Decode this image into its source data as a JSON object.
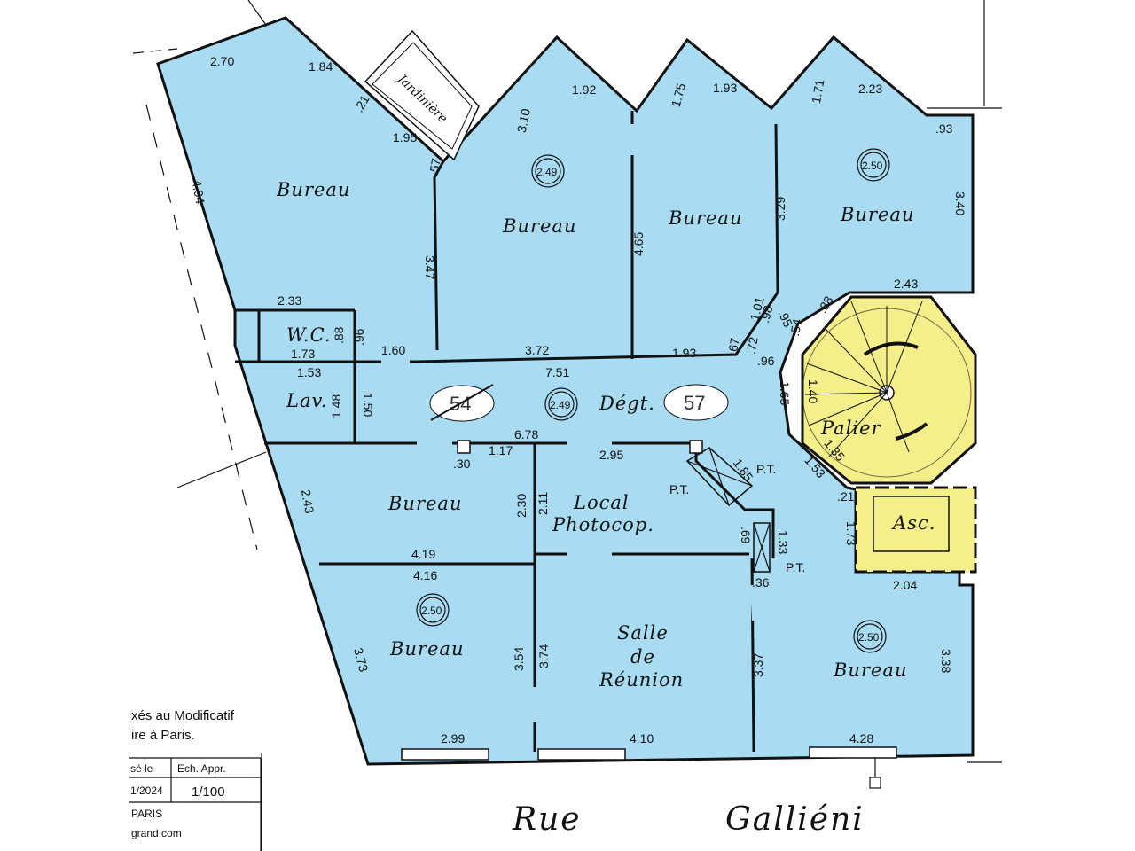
{
  "rooms": {
    "bureau_nw": "Bureau",
    "bureau_n1": "Bureau",
    "bureau_n2": "Bureau",
    "bureau_ne": "Bureau",
    "wc": "W.C.",
    "lav": "Lav.",
    "degt": "Dégt.",
    "palier": "Palier",
    "asc": "Asc.",
    "bureau_mid_w": "Bureau",
    "local_photocop_1": "Local",
    "local_photocop_2": "Photocop.",
    "bureau_sw": "Bureau",
    "salle_1": "Salle",
    "salle_2": "de",
    "salle_3": "Réunion",
    "bureau_se": "Bureau",
    "jardiniere": "Jardinière",
    "pt_1": "P.T.",
    "pt_2": "P.T.",
    "pt_3": "P.T."
  },
  "heights": {
    "h1": "2.49",
    "h2": "2.50",
    "h3": "2.49",
    "h4": "2.50",
    "h5": "2.50"
  },
  "lots": {
    "lot_struck": "54",
    "lot_current": "57"
  },
  "dimensions": {
    "d_270": "2.70",
    "d_184": "1.84",
    "d_21a": ".21",
    "d_195": "1.95",
    "d_57": ".57",
    "d_494": "4.94",
    "d_310": "3.10",
    "d_192": "1.92",
    "d_175": "1.75",
    "d_193a": "1.93",
    "d_171": "1.71",
    "d_223": "2.23",
    "d_93": ".93",
    "d_340": "3.40",
    "d_347": "3.47",
    "d_465": "4.65",
    "d_329": "3.29",
    "d_243a": "2.43",
    "d_233": "2.33",
    "d_88a": ".88",
    "d_96a": ".96",
    "d_160": "1.60",
    "d_372": "3.72",
    "d_193b": "1.93",
    "d_173a": "1.73",
    "d_153a": "1.53",
    "d_751": "7.51",
    "d_101": "1.01",
    "d_98": ".98",
    "d_95": ".95",
    "d_88b": ".88",
    "d_72": ".72",
    "d_67": ".67",
    "d_54": ".54",
    "d_96b": ".96",
    "d_165": "1.65",
    "d_140": "1.40",
    "d_148": "1.48",
    "d_150": "1.50",
    "d_678": "6.78",
    "d_30": ".30",
    "d_117": "1.17",
    "d_295": "2.95",
    "d_185": "1.85",
    "d_135": "1.35",
    "d_153b": "1.53",
    "d_21b": ".21",
    "d_173b": "1.73",
    "d_243b": "2.43",
    "d_230": "2.30",
    "d_211": "2.11",
    "d_69": ".69",
    "d_133": "1.33",
    "d_419": "4.19",
    "d_416": "4.16",
    "d_36": ".36",
    "d_204": "2.04",
    "d_373": "3.73",
    "d_354": "3.54",
    "d_374": "3.74",
    "d_337": "3.37",
    "d_338": "3.38",
    "d_299": "2.99",
    "d_410": "4.10",
    "d_428": "4.28"
  },
  "street": {
    "word1": "Rue",
    "word2": "Galliéni"
  },
  "legend": {
    "line1": "xés au Modificatif",
    "line2": "ire à Paris.",
    "col1_header": "sé le",
    "col2_header": "Ech. Appr.",
    "col1_value": "1/2024",
    "col2_value": "1/100",
    "city": "PARIS",
    "site": "grand.com"
  },
  "colors": {
    "floor": "#a9dcf2",
    "common_area": "#f4ef8a"
  }
}
